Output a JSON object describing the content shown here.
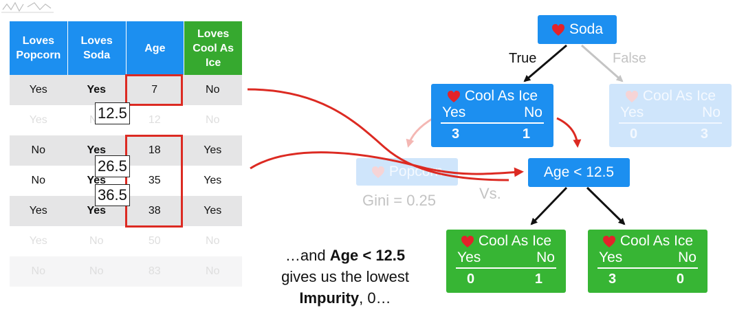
{
  "table": {
    "headers": [
      "Loves Popcorn",
      "Loves Soda",
      "Age",
      "Loves Cool As Ice"
    ],
    "rows": [
      [
        "Yes",
        "Yes",
        "7",
        "No"
      ],
      [
        "Yes",
        "No",
        "12",
        "No"
      ],
      [
        "No",
        "Yes",
        "18",
        "Yes"
      ],
      [
        "No",
        "Yes",
        "35",
        "Yes"
      ],
      [
        "Yes",
        "Yes",
        "38",
        "Yes"
      ],
      [
        "Yes",
        "No",
        "50",
        "No"
      ],
      [
        "No",
        "No",
        "83",
        "No"
      ]
    ],
    "thresholds": [
      "12.5",
      "26.5",
      "36.5"
    ]
  },
  "tree": {
    "root": "Soda",
    "true_label": "True",
    "false_label": "False",
    "left_node": {
      "title": "Cool As Ice",
      "yes": "Yes",
      "no": "No",
      "yes_count": "3",
      "no_count": "1"
    },
    "right_node": {
      "title": "Cool As Ice",
      "yes": "Yes",
      "no": "No",
      "yes_count": "0",
      "no_count": "3"
    },
    "popcorn_node": "Popcorn",
    "popcorn_gini": "Gini = 0.25",
    "vs": "Vs.",
    "age_node": "Age < 12.5",
    "age_left": {
      "title": "Cool As Ice",
      "yes": "Yes",
      "no": "No",
      "yes_count": "0",
      "no_count": "1"
    },
    "age_right": {
      "title": "Cool As Ice",
      "yes": "Yes",
      "no": "No",
      "yes_count": "3",
      "no_count": "0"
    }
  },
  "caption": {
    "line1_pre": "…and ",
    "line1_bold": "Age < 12.5",
    "line2": "gives us the lowest",
    "line3_bold": "Impurity",
    "line3_post": ", 0…"
  },
  "colors": {
    "blue": "#1c8ff0",
    "green": "#36a92f",
    "red": "#dc2a22"
  }
}
